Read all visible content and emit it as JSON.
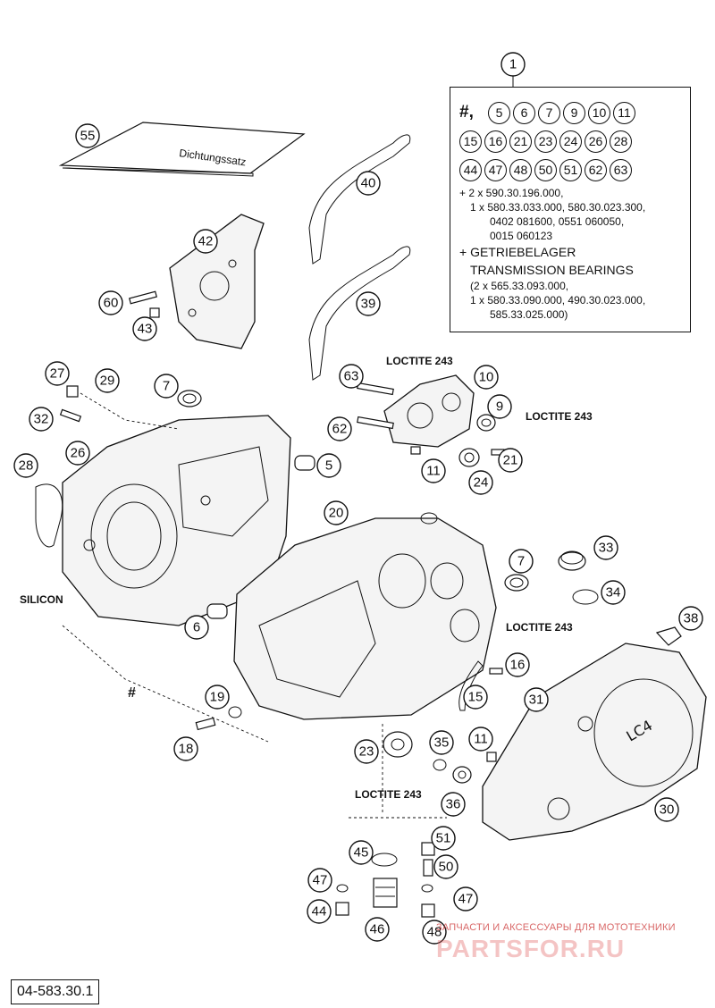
{
  "drawing_code": "04-583.30.1",
  "notes": {
    "loctite_1": "LOCTITE 243",
    "loctite_2": "LOCTITE 243",
    "loctite_3": "LOCTITE 243",
    "loctite_4": "LOCTITE 243",
    "silicon": "SILICON",
    "hash": "#"
  },
  "legend": {
    "header_callout": "1",
    "hash_label": "#,",
    "symbol_rows": [
      [
        "5",
        "6",
        "7",
        "9",
        "10",
        "11"
      ],
      [
        "15",
        "16",
        "21",
        "23",
        "24",
        "26",
        "28"
      ],
      [
        "44",
        "47",
        "48",
        "50",
        "51",
        "62",
        "63"
      ]
    ],
    "line1": "+ 2 x 590.30.196.000,",
    "line2": "1 x 580.33.033.000, 580.30.023.300,",
    "line3": "0402 081600, 0551 060050,",
    "line4": "0015 060123",
    "line5": "+ GETRIEBELAGER",
    "line6": "TRANSMISSION BEARINGS",
    "line7": "(2 x 565.33.093.000,",
    "line8": "1 x 580.33.090.000, 490.30.023.000,",
    "line9": "585.33.025.000)"
  },
  "callouts": {
    "c55": "55",
    "c40": "40",
    "c42": "42",
    "c39": "39",
    "c60": "60",
    "c43": "43",
    "c27": "27",
    "c29": "29",
    "c7a": "7",
    "c10": "10",
    "c63": "63",
    "c9": "9",
    "c32": "32",
    "c62": "62",
    "c26": "26",
    "c28": "28",
    "c5": "5",
    "c21": "21",
    "c11a": "11",
    "c24": "24",
    "c20": "20",
    "c33": "33",
    "c7b": "7",
    "c34": "34",
    "c6": "6",
    "c38": "38",
    "c16": "16",
    "c15": "15",
    "c31": "31",
    "c19": "19",
    "c18": "18",
    "c23": "23",
    "c35": "35",
    "c11b": "11",
    "c36": "36",
    "c30": "30",
    "c51": "51",
    "c45": "45",
    "c50": "50",
    "c47a": "47",
    "c47b": "47",
    "c44": "44",
    "c46": "46",
    "c48": "48"
  },
  "watermark": {
    "subtitle": "ЗАПЧАСТИ И АКСЕССУАРЫ ДЛЯ МОТОТЕХНИКИ",
    "brand": "PARTSFOR.RU"
  }
}
